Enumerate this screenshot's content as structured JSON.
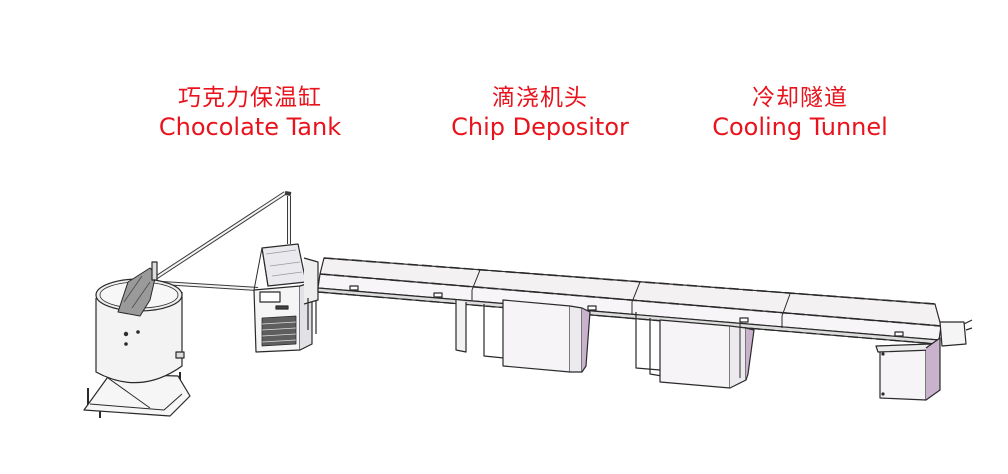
{
  "labels": [
    {
      "id": "chocolate-tank",
      "zh": "巧克力保温缸",
      "en": "Chocolate Tank"
    },
    {
      "id": "chip-depositor",
      "zh": "滴浇机头",
      "en": "Chip Depositor"
    },
    {
      "id": "cooling-tunnel",
      "zh": "冷却隧道",
      "en": "Cooling Tunnel"
    }
  ],
  "colors": {
    "label_text": "#e8131c",
    "line": "#2a2a2a",
    "panel_fill": "#f3f1f3",
    "panel_shade": "#c9b3cc",
    "background": "#ffffff"
  }
}
